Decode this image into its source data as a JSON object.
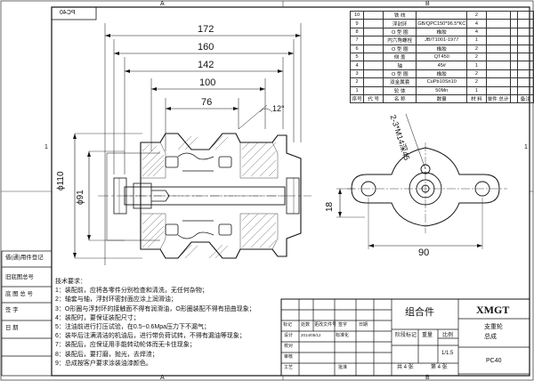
{
  "frame": {
    "drawing_no_box": "PC40",
    "zone_top_left": "A",
    "zone_top_right": "B",
    "zone_bottom_left": "A",
    "zone_bottom_right": "B",
    "row_left": "1",
    "row_right": "1"
  },
  "dimensions": {
    "d172": "172",
    "d160": "160",
    "d142": "142",
    "d100": "100",
    "d76": "76",
    "angle": "12°",
    "dia110": "ϕ110",
    "dia91": "ϕ91",
    "d18": "18",
    "d90": "90",
    "thread": "2-3*M14深45"
  },
  "bom": {
    "rows": [
      {
        "no": "10",
        "name": "铁 线",
        "std": "",
        "qty": "2",
        "mat": "",
        "note": ""
      },
      {
        "no": "9",
        "name": "浮封环",
        "std": "GB/QPC150*96.5*KC",
        "qty": "4",
        "mat": "",
        "note": ""
      },
      {
        "no": "8",
        "name": "O 型 圈",
        "std": "橡胶",
        "qty": "4",
        "mat": "",
        "note": ""
      },
      {
        "no": "7",
        "name": "内六角螺栓",
        "std": "JB/T1001-1977",
        "qty": "1",
        "mat": "",
        "note": ""
      },
      {
        "no": "6",
        "name": "O 型 圈",
        "std": "橡胶",
        "qty": "2",
        "mat": "",
        "note": ""
      },
      {
        "no": "5",
        "name": "侧 盖",
        "std": "QT450",
        "qty": "2",
        "mat": "",
        "note": ""
      },
      {
        "no": "4",
        "name": "轴",
        "std": "45#",
        "qty": "1",
        "mat": "",
        "note": ""
      },
      {
        "no": "3",
        "name": "O 型 圈",
        "std": "橡胶",
        "qty": "2",
        "mat": "",
        "note": ""
      },
      {
        "no": "2",
        "name": "双金属套",
        "std": "CuPb10Sn10",
        "qty": "2",
        "mat": "",
        "note": ""
      },
      {
        "no": "1",
        "name": "轮 体",
        "std": "50Mn",
        "qty": "1",
        "mat": "",
        "note": ""
      }
    ],
    "header": {
      "no": "序号",
      "code": "代 号",
      "name": "名 称",
      "qty": "数量",
      "mat": "材 料",
      "weight": "单件 总计",
      "note": "备注"
    }
  },
  "left_strip": {
    "l1": "借(通)用件登记",
    "l2": "旧底图总号",
    "l3": "底 图 总 号",
    "l4": "签 字",
    "l5": "日 期"
  },
  "notes": {
    "title": "技术要求：",
    "items": [
      "1：装配前，应将各零件分别检查和清洗，无任何杂物；",
      "2：轴套与轴，浮封环密封面应涂上润滑油；",
      "3：O形圈与浮封环的接触面不得有润滑油，O形圈装配不得有扭曲现象；",
      "4：装配时，要保证装配尺寸；",
      "5：注油前进行打压试验，在0.5~0.6Mpa压力下不漏气；",
      "6：装毕后注满清洁的机油后，进行带负荷试转，不得有漏油等现象；",
      "7：装配后，应保证用手能转动轮体而无卡住现象；",
      "8：装配后，要打磨，抛光，去焊渣；",
      "9：总成按客户要求涂装油漆颜色。"
    ]
  },
  "title_block": {
    "assembly": "组合件",
    "company": "XMGT",
    "part_name": "支重轮",
    "part_sub": "总成",
    "stage": "阶段标记",
    "weight": "重量",
    "scale": "比例",
    "scale_val": "1/1.5",
    "sheets": "共 4 张",
    "sheet_no": "第 4 张",
    "drawing_no": "PC40",
    "mark": "标记",
    "count": "处数",
    "change_no": "更改文件号",
    "sign": "签字",
    "date": "日期",
    "design": "设计",
    "design_date": "2014/05/12",
    "designer": "标准化",
    "check": "校对",
    "review": "审核",
    "process": "工艺",
    "approve": "批准"
  }
}
